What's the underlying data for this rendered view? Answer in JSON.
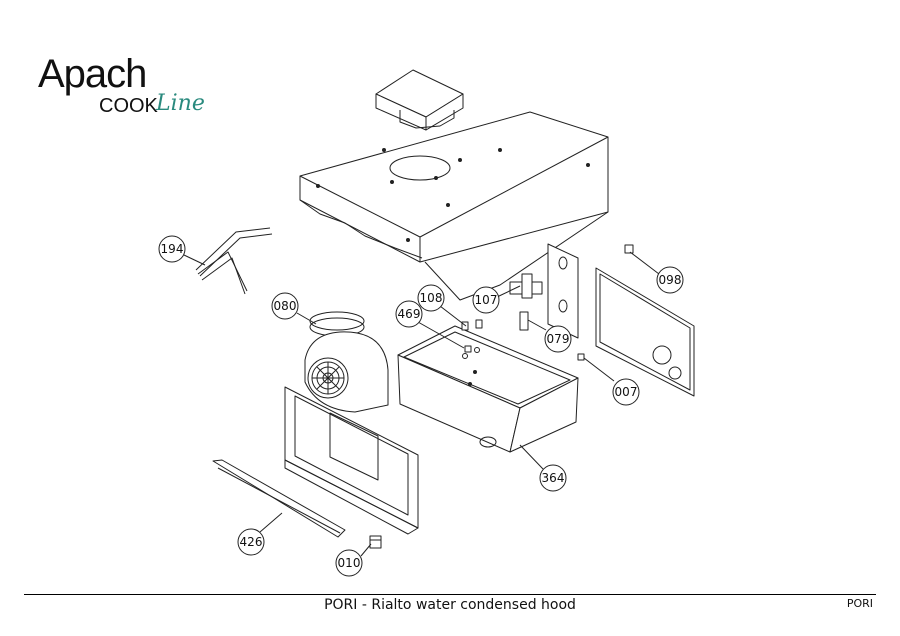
{
  "brand": {
    "name": "Apach",
    "sub_a": "COOK",
    "sub_b": "Line",
    "accent_color": "#2a8a7e"
  },
  "footer": {
    "title": "PORI - Rialto water condensed hood",
    "code": "PORI"
  },
  "callouts": [
    {
      "id": "c194",
      "label": "194"
    },
    {
      "id": "c080",
      "label": "080"
    },
    {
      "id": "c108",
      "label": "108"
    },
    {
      "id": "c469",
      "label": "469"
    },
    {
      "id": "c107",
      "label": "107"
    },
    {
      "id": "c098",
      "label": "098"
    },
    {
      "id": "c079",
      "label": "079"
    },
    {
      "id": "c007",
      "label": "007"
    },
    {
      "id": "c364",
      "label": "364"
    },
    {
      "id": "c426",
      "label": "426"
    },
    {
      "id": "c010",
      "label": "010"
    }
  ]
}
